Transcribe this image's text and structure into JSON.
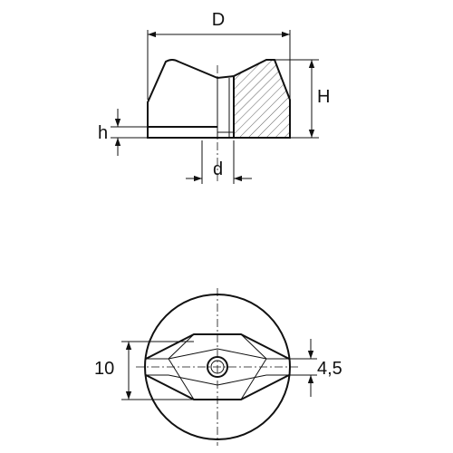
{
  "side_view": {
    "labels": {
      "outer_diameter": "D",
      "height": "H",
      "base_height": "h",
      "bore_diameter": "d"
    }
  },
  "top_view": {
    "labels": {
      "slot_width": "10",
      "groove_width": "4,5"
    }
  }
}
